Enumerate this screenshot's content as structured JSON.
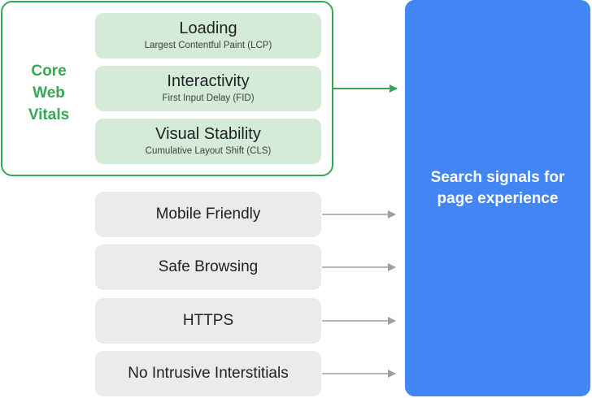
{
  "core_web_vitals": {
    "label_lines": [
      "Core",
      "Web",
      "Vitals"
    ],
    "metrics": [
      {
        "name": "Loading",
        "sub": "Largest Contentful Paint (LCP)"
      },
      {
        "name": "Interactivity",
        "sub": "First Input Delay (FID)"
      },
      {
        "name": "Visual Stability",
        "sub": "Cumulative Layout Shift (CLS)"
      }
    ]
  },
  "other_signals": [
    "Mobile Friendly",
    "Safe Browsing",
    "HTTPS",
    "No Intrusive Interstitials"
  ],
  "result": {
    "label": "Search signals for page experience"
  },
  "colors": {
    "green": "#34a853",
    "green_fill": "#d4ebd8",
    "gray_fill": "#ebebeb",
    "blue": "#4285f4",
    "arrow_gray": "#9aa0a6"
  }
}
